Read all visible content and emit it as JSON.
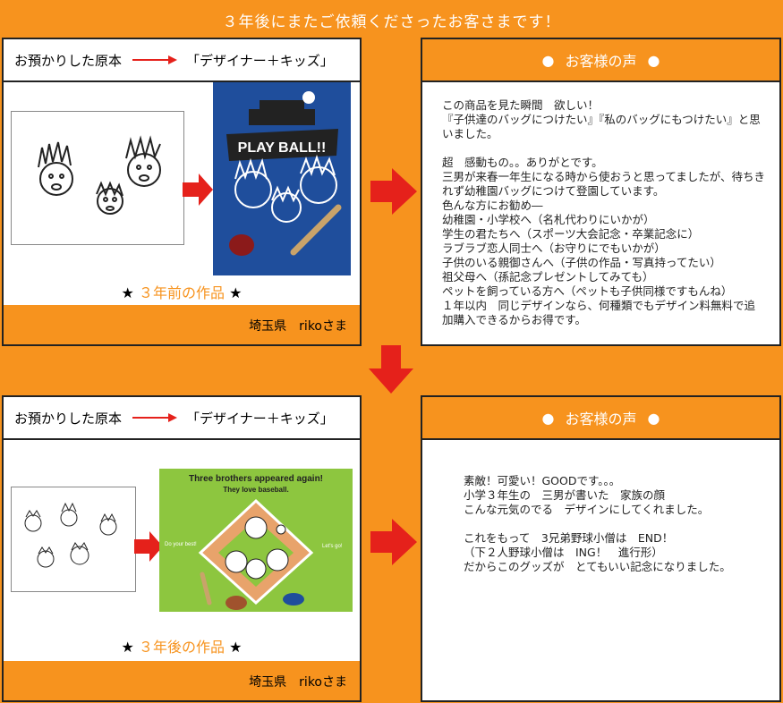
{
  "header": "３年後にまたご依頼くださったお客さまです！",
  "top": {
    "left_label": "お預かりした原本",
    "right_label": "「デザイナー＋キッズ」",
    "poster_text": "PLAY BALL!!",
    "caption_prefix": "★",
    "caption": "３年前の作品",
    "caption_suffix": "★",
    "footer": "埼玉県　rikoさま",
    "review_title": "お客様の声",
    "review_lines": [
      "この商品を見た瞬間　欲しい！",
      "『子供達のバッグにつけたい』『私のバッグにもつけたい』と思いました。",
      "",
      "超　感動もの。。ありがとです。",
      "三男が来春一年生になる時から使おうと思ってましたが、待ちきれず幼稚園バッグにつけて登園しています。",
      "色んな方にお勧め―",
      "幼稚園・小学校へ（名札代わりにいかが）",
      "学生の君たちへ（スポーツ大会記念・卒業記念に）",
      "ラブラブ恋人同士へ（お守りにでもいかが）",
      "子供のいる親御さんへ（子供の作品・写真持ってたい）",
      "祖父母へ（孫記念プレゼントしてみても）",
      "ペットを飼っている方へ（ペットも子供同様ですもんね）",
      "１年以内　同じデザインなら、何種類でもデザイン料無料で追加購入できるからお得です。"
    ]
  },
  "bottom": {
    "left_label": "お預かりした原本",
    "right_label": "「デザイナー＋キッズ」",
    "poster_title": "Three brothers appeared again!",
    "poster_sub": "They love baseball.",
    "poster_left": "Do your best!",
    "poster_right": "Let's go!",
    "caption_prefix": "★",
    "caption": "３年後の作品",
    "caption_suffix": "★",
    "footer": "埼玉県　rikoさま",
    "review_title": "お客様の声",
    "review_lines": [
      "素敵！可愛い！GOODです。。。",
      "小学３年生の　三男が書いた　家族の顔",
      "こんな元気のでる　デザインにしてくれました。",
      "",
      "これをもって　3兄弟野球小僧は　END！",
      "（下２人野球小僧は　ING！　進行形）",
      "だからこのグッズが　とてもいい記念になりました。"
    ]
  },
  "colors": {
    "orange": "#f7931e",
    "red": "#e5211b",
    "navy": "#1f4e9c",
    "green": "#8dc63f"
  }
}
